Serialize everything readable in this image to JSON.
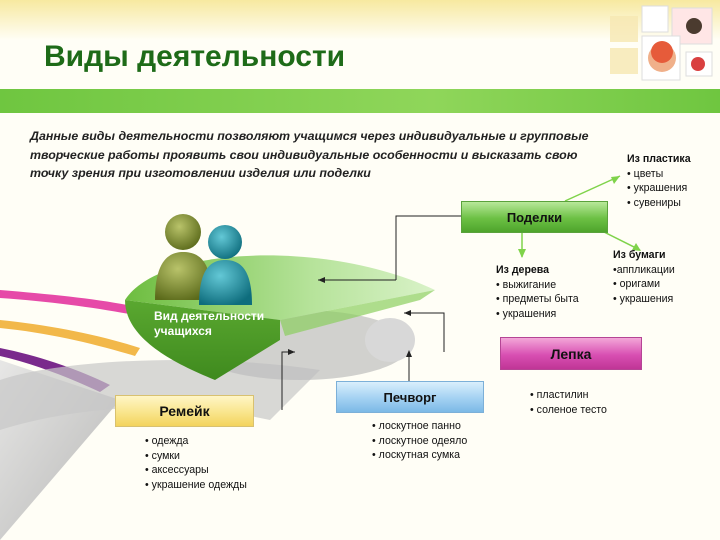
{
  "title": "Виды деятельности",
  "intro": "Данные виды деятельности позволяют учащимся через индивидуальные и групповые творческие работы проявить свои индивидуальные особенности и высказать свою точку зрения при изготовлении изделия или поделки",
  "center": {
    "label": "Вид деятельности учащихся"
  },
  "nodes": {
    "podelki": {
      "label": "Поделки"
    },
    "lepka": {
      "label": "Лепка"
    },
    "pechvorg": {
      "label": "Печворг"
    },
    "remeik": {
      "label": "Ремейк"
    }
  },
  "lists": {
    "plastika": {
      "heading": "Из пластика",
      "items": [
        "• цветы",
        "• украшения",
        "• сувениры"
      ]
    },
    "bumagi": {
      "heading": "Из бумаги",
      "items": [
        "•аппликации",
        "• оригами",
        "• украшения"
      ]
    },
    "dereva": {
      "heading": "Из дерева",
      "items": [
        "• выжигание",
        "• предметы быта",
        "• украшения"
      ]
    },
    "lepka": {
      "items": [
        "• пластилин",
        "• соленое тесто"
      ]
    },
    "pechvorg": {
      "items": [
        "• лоскутное панно",
        "• лоскутное одеяло",
        "• лоскутная сумка"
      ]
    },
    "remeik": {
      "items": [
        "• одежда",
        "• сумки",
        "• аксессуары",
        "• украшение одежды"
      ]
    }
  },
  "colors": {
    "title": "#1e6b18",
    "band": "#6fc640",
    "podelki": "#6cc044",
    "lepka": "#d84fb2",
    "pechvorg": "#a3d1f2",
    "remeik": "#f9e58c",
    "pie_green": "#79c24c",
    "people_green": "#7b8a2e",
    "people_teal": "#1f8fa0"
  },
  "icons": [
    "puzzle-logo-icon",
    "people-icon"
  ]
}
